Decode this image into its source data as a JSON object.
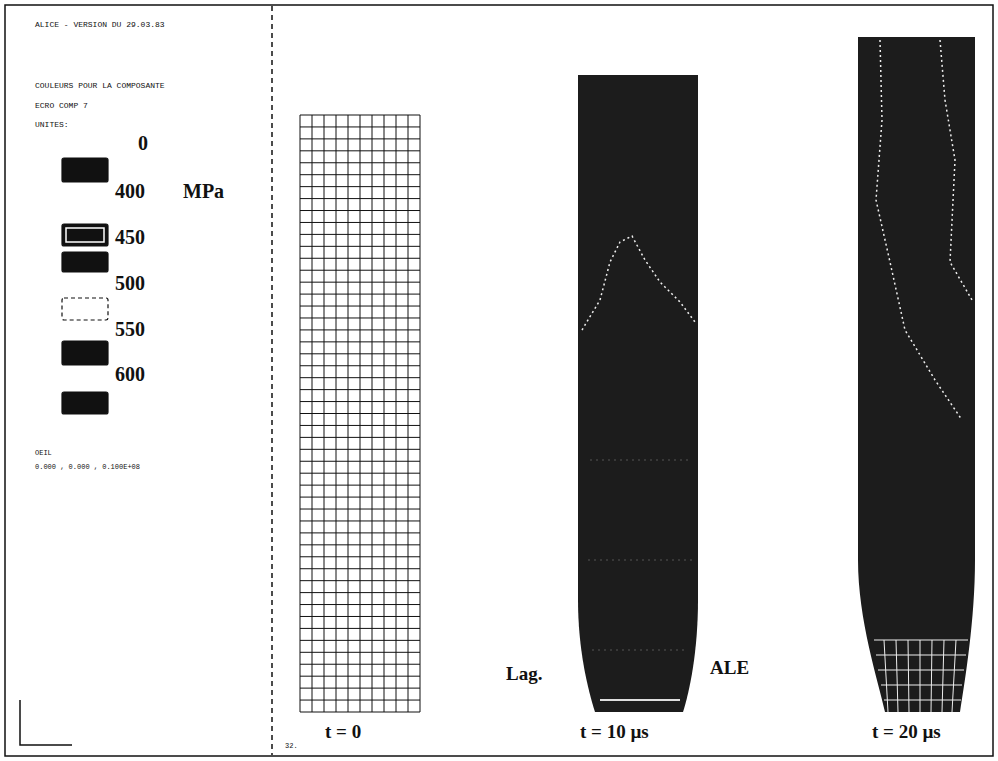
{
  "diagram": {
    "labels": [
      "ALICE - VERSION DU 29.03.83",
      "COULEURS POUR LA COMPOSANTE",
      "ECRO COMP 7",
      "UNITES:",
      "MPa",
      "OEIL",
      "0.000 , 0.000 , 0.100E+08",
      "32.",
      "t = 0",
      "t = 10 µs",
      "Lag.",
      "ALE",
      "t = 20 µs"
    ],
    "legend": [
      {
        "text": "0",
        "color": "#111111"
      },
      {
        "text": "400",
        "color": "#111111"
      },
      {
        "text": "450",
        "color": "#111111"
      },
      {
        "text": "500"
      },
      {
        "text": "550",
        "color": "#111111"
      },
      {
        "text": "600",
        "color": "#111111"
      }
    ]
  }
}
